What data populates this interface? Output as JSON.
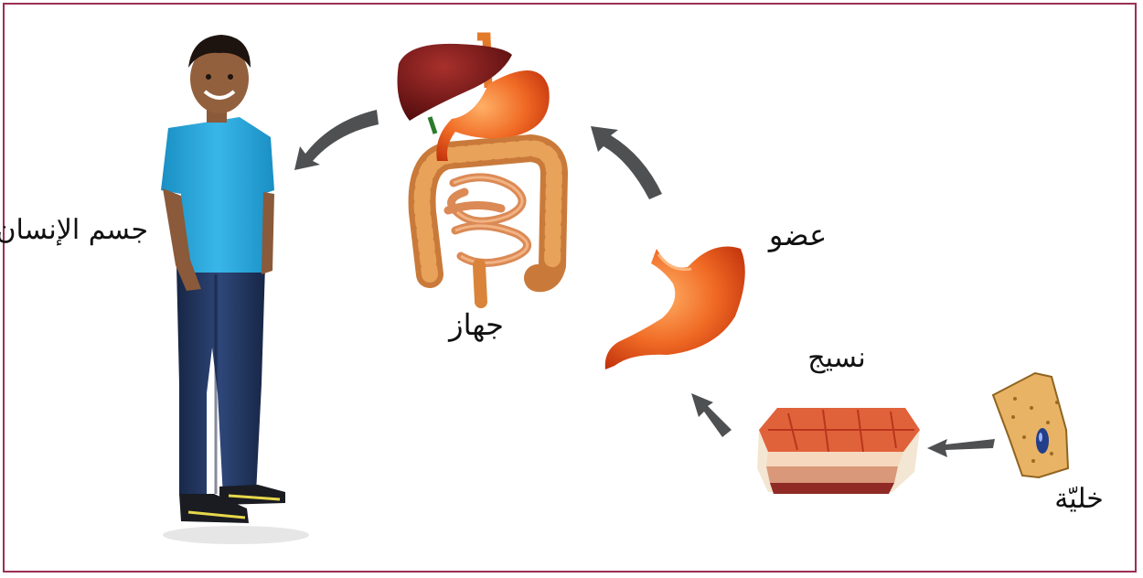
{
  "labels": {
    "body": "جسم الإنسان",
    "system": "جهاز",
    "organ": "عضو",
    "tissue": "نسيج",
    "cell": "خليّة"
  },
  "colors": {
    "frame": "#9c2f52",
    "arrow": "#4e5052",
    "shirt": "#2aa4d8",
    "jeans": "#1d2f57",
    "liver": "#7a1518",
    "stomach": "#ef5a1e",
    "intestine": "#d9843a",
    "tissue": "#e0623a",
    "cell": "#e9b365",
    "nucleus": "#233f8a"
  },
  "icons": {
    "human": "boy-figure",
    "system": "digestive-system",
    "organ": "stomach",
    "tissue": "tissue-block",
    "cell": "epithelial-cell"
  }
}
